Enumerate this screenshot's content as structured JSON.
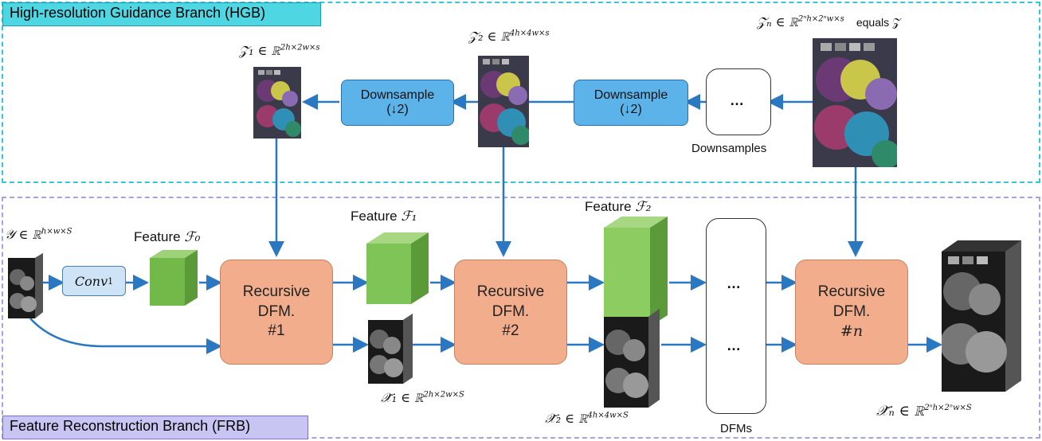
{
  "hgb": {
    "label": "High-resolution Guidance Branch (HGB)",
    "z1": "𝒵₁ ∈ ℝ",
    "z1_sup": "2h×2w×s",
    "z2": "𝒵₂ ∈ ℝ",
    "z2_sup": "4h×4w×s",
    "zn": "𝒵ₙ ∈ ℝ",
    "zn_sup": "2ⁿh×2ⁿw×s",
    "zn_equals": "equals 𝒵",
    "downsample_1": "Downsample",
    "downsample_1_factor": "(↓2)",
    "downsample_2": "Downsample",
    "downsample_2_factor": "(↓2)",
    "downsamples_dots": "…",
    "downsamples_label": "Downsamples"
  },
  "frb": {
    "label": "Feature Reconstruction Branch (FRB)",
    "y_input": "𝒴 ∈ ℝ",
    "y_sup": "h×w×S",
    "conv": "Conv",
    "conv_sub": "1",
    "feature0": "Feature ",
    "feature0_sym": "ℱ₀",
    "feature1": "Feature ",
    "feature1_sym": "ℱ₁",
    "feature2": "Feature ",
    "feature2_sym": "ℱ₂",
    "dfm1_l1": "Recursive",
    "dfm1_l2": "DFM.",
    "dfm1_l3": "#1",
    "dfm2_l1": "Recursive",
    "dfm2_l2": "DFM.",
    "dfm2_l3": "#2",
    "dfmn_l1": "Recursive",
    "dfmn_l2": "DFM.",
    "dfmn_l3": "#n",
    "x1": "𝒳̃₁ ∈ ℝ",
    "x1_sup": "2h×2w×S",
    "x2": "𝒳̃₂ ∈ ℝ",
    "x2_sup": "4h×4w×S",
    "xn": "𝒳̃ₙ ∈ ℝ",
    "xn_sup": "2ⁿh×2ⁿw×S",
    "dfms_dots_top": "…",
    "dfms_dots_bottom": "…",
    "dfms_label": "DFMs"
  },
  "colors": {
    "hgb_border": "#33c6dc",
    "frb_border": "#a3a3e6",
    "arrow": "#2b78c2",
    "feature_cube": "#72b94a",
    "dfm_box": "#f2ad8c",
    "downsample_box": "#5cb3ea"
  },
  "icons": [
    "balloon-image-thumbnail",
    "grayscale-cube",
    "feature-cube",
    "arrow"
  ]
}
